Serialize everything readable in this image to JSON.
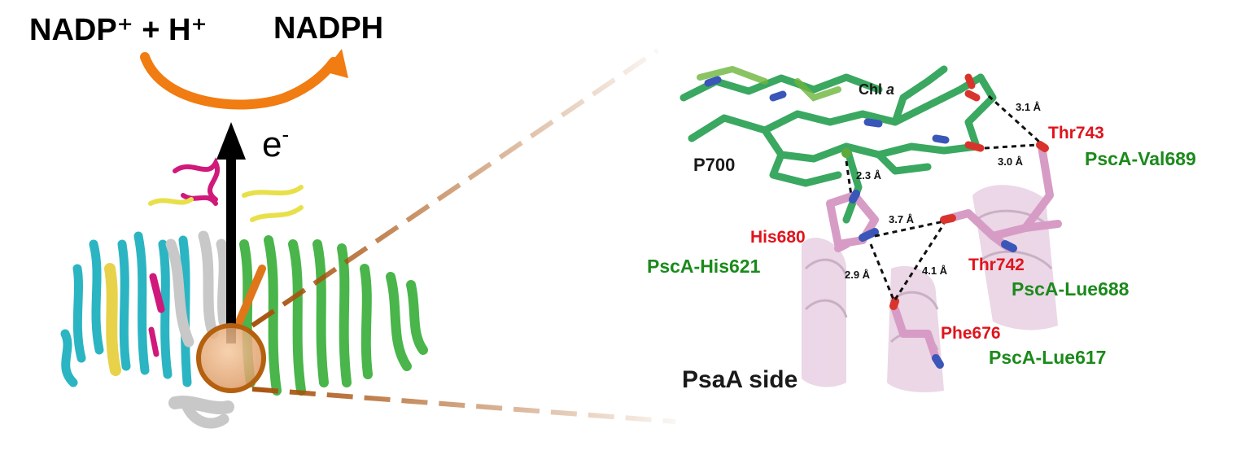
{
  "reaction": {
    "reactant": "NADP⁺ + H⁺",
    "product": "NADPH"
  },
  "electron_label": "e",
  "electron_sup": "-",
  "zoom_labels": {
    "chl_prefix": "Chl",
    "chl_suffix": "a",
    "p700": "P700",
    "side": "PsaA side"
  },
  "distances": [
    "3.1 Å",
    "3.0 Å",
    "2.3 Å",
    "3.7 Å",
    "2.9 Å",
    "4.1 Å"
  ],
  "residues_red": [
    "Thr743",
    "His680",
    "Thr742",
    "Phe676"
  ],
  "residues_green": [
    "PscA-Val689",
    "PscA-His621",
    "PscA-Lue688",
    "PscA-Lue617"
  ],
  "colors": {
    "arrow_orange": "#f07c12",
    "callout_brown": "#a8520e",
    "chlorophyll_green": "#3aa860",
    "residue_pink": "#d79cc5",
    "helix_pink": "#e9d3e4",
    "label_red": "#e0141c",
    "label_green": "#1b8a1b"
  }
}
